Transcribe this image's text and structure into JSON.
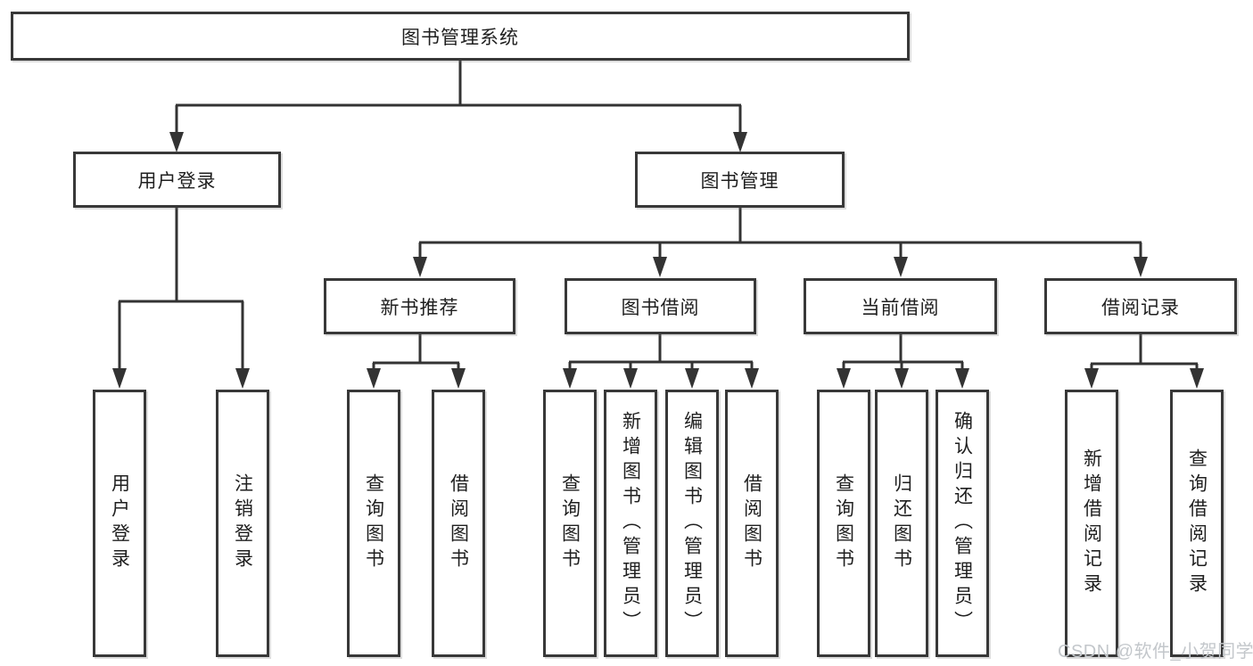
{
  "diagram": {
    "title": "图书管理系统",
    "nodes": {
      "root": "图书管理系统",
      "user_login": "用户登录",
      "book_mgmt": "图书管理",
      "new_book": "新书推荐",
      "book_borrow": "图书借阅",
      "current_borrow": "当前借阅",
      "borrow_record": "借阅记录",
      "leaf_user_login": "用户登录",
      "leaf_logout": "注销登录",
      "leaf_newbook_query": "查询图书",
      "leaf_newbook_borrow": "借阅图书",
      "leaf_borrow_query": "查询图书",
      "leaf_borrow_add": "新增图书（管理员）",
      "leaf_borrow_edit": "编辑图书（管理员）",
      "leaf_borrow_borrow": "借阅图书",
      "leaf_current_query": "查询图书",
      "leaf_current_return": "归还图书",
      "leaf_current_confirm": "确认归还（管理员）",
      "leaf_record_add": "新增借阅记录",
      "leaf_record_query": "查询借阅记录"
    },
    "colors": {
      "line": "#333333",
      "border": "#383838",
      "text": "#1f1f1f",
      "background": "#ffffff",
      "watermark": "#c3c7cb"
    }
  },
  "watermark": {
    "text": "CSDN @软件_小贺同学"
  }
}
